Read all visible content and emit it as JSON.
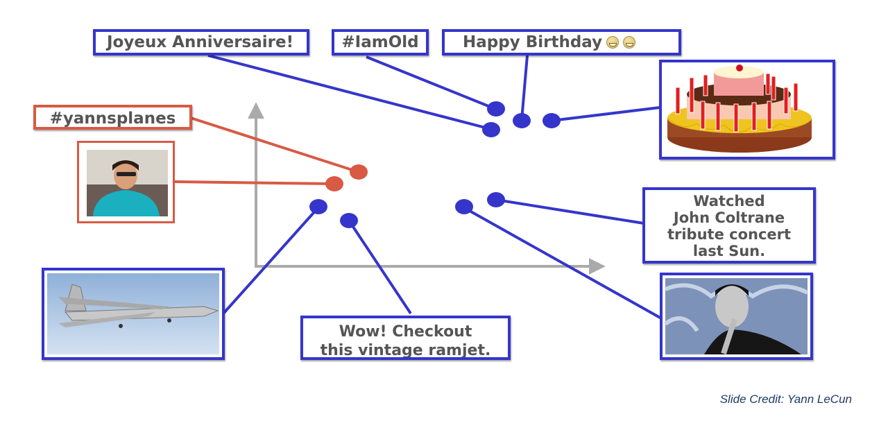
{
  "slide": {
    "credit": "Slide Credit: Yann LeCun",
    "colors": {
      "blue": "#3535cc",
      "red": "#d85a44",
      "axis": "#aaaaaa",
      "text": "#555555",
      "credit": "#1e3a66"
    }
  },
  "labels": {
    "joyeux": "Joyeux Anniversaire!",
    "iamold": "#IamOld",
    "happy_birthday": "Happy Birthday",
    "yannsplanes": "#yannsplanes",
    "coltrane_lines": [
      "Watched",
      "John Coltrane",
      "tribute concert",
      "last Sun."
    ],
    "ramjet_lines": [
      "Wow! Checkout",
      "this vintage ramjet."
    ]
  },
  "images": {
    "cake": "birthday-cake-image",
    "portrait": "portrait-photo",
    "airplane": "b52-airplane-photo",
    "coltrane": "coltrane-painting"
  },
  "icons": {
    "emoji": "smiley-face-icon"
  }
}
